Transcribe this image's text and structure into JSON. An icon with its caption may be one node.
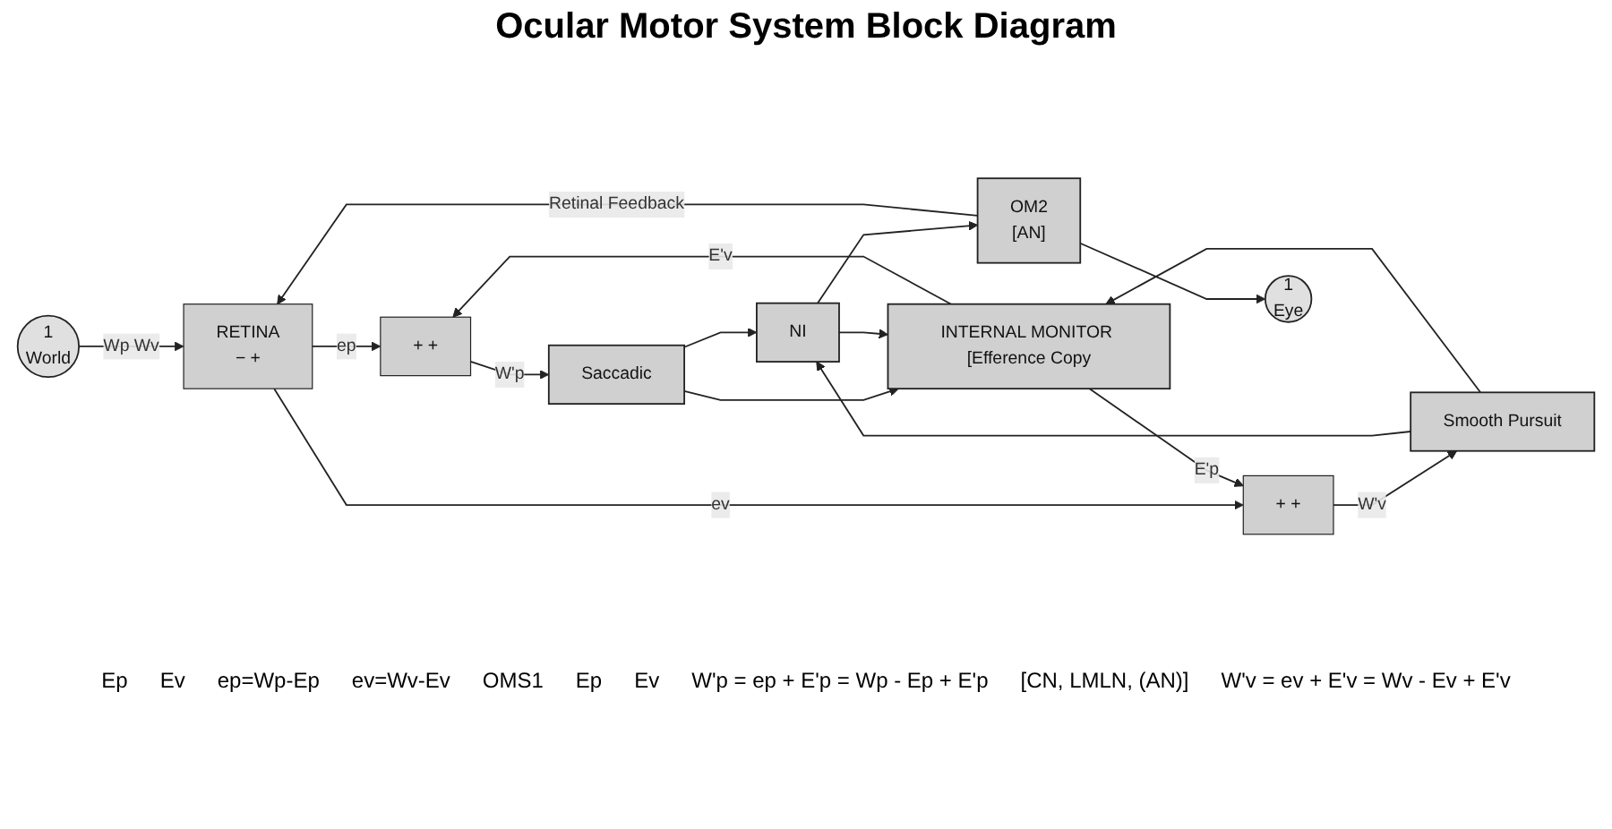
{
  "diagram": {
    "title": "Ocular Motor System Block Diagram",
    "nodes": [
      {
        "text": [
          "1",
          "World"
        ]
      },
      {
        "text": [
          "RETINA",
          "− +"
        ]
      },
      {
        "text": [
          "INTERNAL MONITOR [Efference Copy"
        ]
      },
      {
        "text": [
          "+ +"
        ]
      },
      {
        "text": [
          "Saccadic"
        ]
      },
      {
        "text": [
          "+ +"
        ]
      },
      {
        "text": [
          "Smooth Pursuit"
        ]
      },
      {
        "text": [
          "NI"
        ]
      },
      {
        "text": [
          "OM2",
          "[AN]"
        ]
      },
      {
        "text": [
          "1",
          "Eye"
        ]
      }
    ],
    "edges": [
      {
        "from": 0,
        "to": 1,
        "arrow": "to",
        "label": "Wp Wv"
      },
      {
        "from": 8,
        "to": 1,
        "arrow": "to",
        "label": "Retinal Feedback"
      },
      {
        "from": 1,
        "to": 3,
        "arrow": "to",
        "label": "ep"
      },
      {
        "from": 1,
        "to": 5,
        "arrow": "to",
        "label": "ev"
      },
      {
        "from": 2,
        "to": 3,
        "arrow": "to",
        "label": "E'v"
      },
      {
        "from": 2,
        "to": 5,
        "arrow": "to",
        "label": "E'p"
      },
      {
        "from": 3,
        "to": 4,
        "arrow": "to",
        "label": "W'p"
      },
      {
        "from": 5,
        "to": 6,
        "arrow": "to",
        "label": "W'v"
      },
      {
        "from": 4,
        "to": 7,
        "arrow": "to"
      },
      {
        "from": 6,
        "to": 7,
        "arrow": "to"
      },
      {
        "from": 4,
        "to": 2,
        "arrow": "to"
      },
      {
        "from": 6,
        "to": 2,
        "arrow": "to"
      },
      {
        "from": 7,
        "to": 8,
        "arrow": "to"
      },
      {
        "from": 7,
        "to": 2,
        "arrow": "to"
      },
      {
        "from": 8,
        "to": 9,
        "arrow": "to"
      }
    ],
    "labels": [
      "Ep",
      "Ev",
      "ep=Wp-Ep",
      "ev=Wv-Ev",
      "OMS1",
      "Ep",
      "Ev",
      "W'p = ep + E'p = Wp  - Ep + E'p",
      "[CN, LMLN, (AN)]",
      "W'v = ev + E'v = Wv - Ev + E'v"
    ]
  }
}
